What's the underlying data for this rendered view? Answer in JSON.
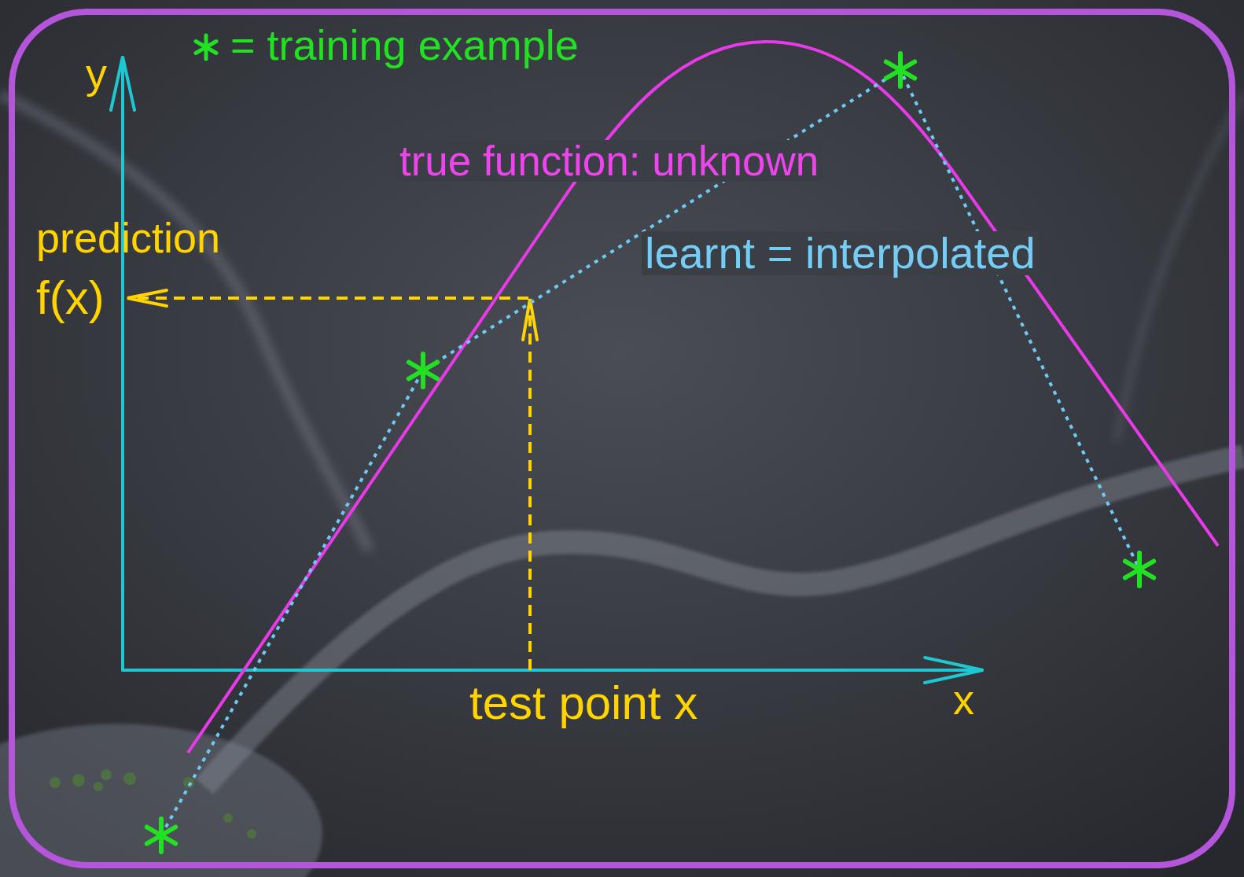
{
  "diagram": {
    "labels": [
      "y",
      "true function: unknown",
      "prediction",
      "f(x)",
      "learnt = interpolated",
      "test point x",
      "x"
    ],
    "legend": [
      {
        "text": "= training example"
      }
    ]
  }
}
